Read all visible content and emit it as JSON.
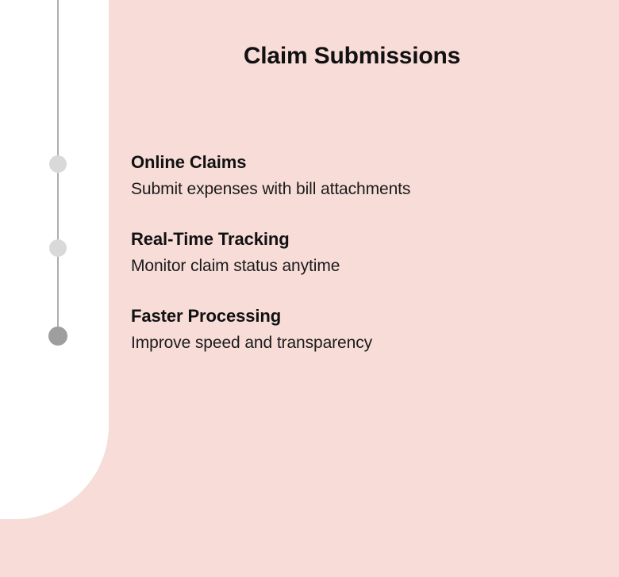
{
  "theme": {
    "background_color": "#f7dcd8",
    "panel_color": "#ffffff",
    "line_color": "#aeaeae",
    "dot_muted_color": "#d9d9d9",
    "dot_active_color": "#9e9e9e",
    "text_color": "#111111"
  },
  "header": {
    "title": "Claim Submissions"
  },
  "timeline": {
    "dots": [
      {
        "name": "timeline-dot-1",
        "state": "muted"
      },
      {
        "name": "timeline-dot-2",
        "state": "muted"
      },
      {
        "name": "timeline-dot-3",
        "state": "active"
      }
    ]
  },
  "features": [
    {
      "heading": "Online Claims",
      "subtitle": "Submit expenses with bill attachments"
    },
    {
      "heading": "Real-Time Tracking",
      "subtitle": "Monitor claim status anytime"
    },
    {
      "heading": "Faster Processing",
      "subtitle": "Improve speed and transparency"
    }
  ]
}
